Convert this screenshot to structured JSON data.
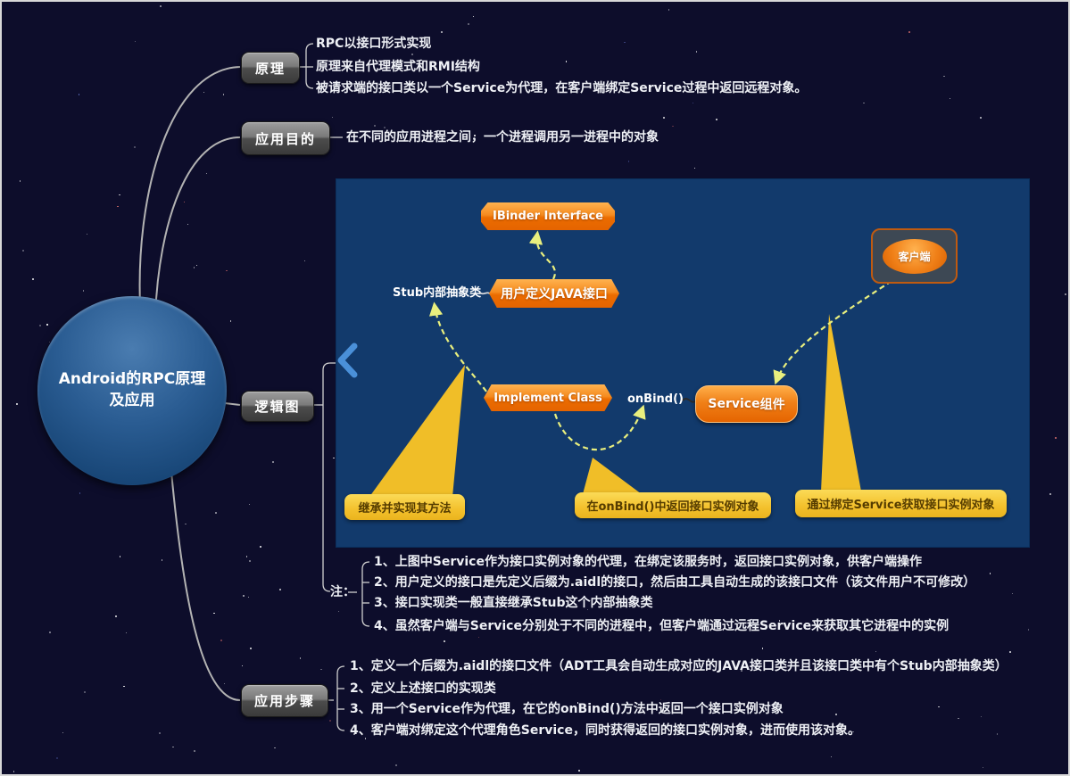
{
  "root": {
    "title_line1": "Android的RPC原理",
    "title_line2": "及应用"
  },
  "branches": {
    "principle": {
      "label": "原理",
      "items": [
        "RPC以接口形式实现",
        "原理来自代理模式和RMI结构",
        "被请求端的接口类以一个Service为代理，在客户端绑定Service过程中返回远程对象。"
      ]
    },
    "purpose": {
      "label": "应用目的",
      "items": [
        "在不同的应用进程之间，一个进程调用另一进程中的对象"
      ]
    },
    "logic": {
      "label": "逻辑图",
      "note_label": "注：",
      "notes": [
        "1、上图中Service作为接口实例对象的代理，在绑定该服务时，返回接口实例对象，供客户端操作",
        "2、用户定义的接口是先定义后缀为.aidl的接口，然后由工具自动生成的该接口文件（该文件用户不可修改）",
        "3、接口实现类一般直接继承Stub这个内部抽象类",
        "4、虽然客户端与Service分别处于不同的进程中，但客户端通过远程Service来获取其它进程中的实例"
      ]
    },
    "steps": {
      "label": "应用步骤",
      "items": [
        "1、定义一个后缀为.aidl的接口文件（ADT工具会自动生成对应的JAVA接口类并且该接口类中有个Stub内部抽象类）",
        "2、定义上述接口的实现类",
        "3、用一个Service作为代理，在它的onBind()方法中返回一个接口实例对象",
        "4、客户端对绑定这个代理角色Service，同时获得返回的接口实例对象，进而使用该对象。"
      ]
    }
  },
  "diagram": {
    "ibinder": "IBinder Interface",
    "stub_label": "Stub内部抽象类",
    "user_interface": "用户定义JAVA接口",
    "client": "客户端",
    "implement_class": "Implement Class",
    "onbind": "onBind()",
    "service_prefix": "Service",
    "service_suffix": "组件",
    "callout_inherit": "继承并实现其方法",
    "callout_onbind": "在onBind()中返回接口实例对象",
    "callout_bind": "通过绑定Service获取接口实例对象"
  },
  "colors": {
    "background": "#0d0d2b",
    "diagram_background": "#123a6c",
    "node_orange": "#f07800",
    "callout_yellow": "#f2c12e",
    "topic_blue": "#1b4f82",
    "connector_gray": "#b8b8b8",
    "dashed_arrow": "#e9ef7e",
    "chevron_blue": "#4a90d9"
  }
}
